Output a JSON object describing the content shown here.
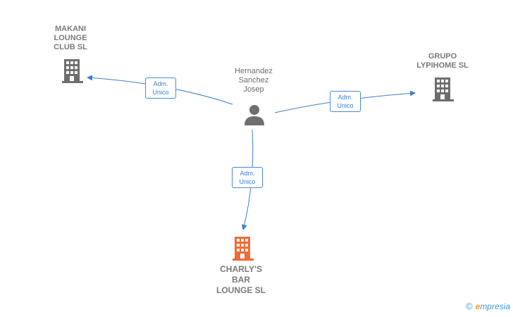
{
  "nodes": {
    "makani": {
      "label": "MAKANI\nLOUNGE\nCLUB  SL",
      "color": "#6e6e6e",
      "icon": "building-icon"
    },
    "grupo": {
      "label": "GRUPO\nLYPIHOME  SL",
      "color": "#6e6e6e",
      "icon": "building-icon"
    },
    "charlys": {
      "label": "CHARLY'S\nBAR\nLOUNGE  SL",
      "color": "#f26a35",
      "icon": "building-icon"
    },
    "person": {
      "label": "Hernandez\nSanchez\nJosep",
      "color": "#6e6e6e",
      "icon": "person-icon"
    }
  },
  "edges": [
    {
      "from": "person",
      "to": "makani",
      "label": "Adm.\nUnico"
    },
    {
      "from": "person",
      "to": "grupo",
      "label": "Adm.\nUnico"
    },
    {
      "from": "person",
      "to": "charlys",
      "label": "Adm.\nUnico"
    }
  ],
  "colors": {
    "edge": "#3a7fd0"
  },
  "footer": {
    "copyright": "©",
    "brand_initial": "e",
    "brand_rest": "mpresia"
  }
}
